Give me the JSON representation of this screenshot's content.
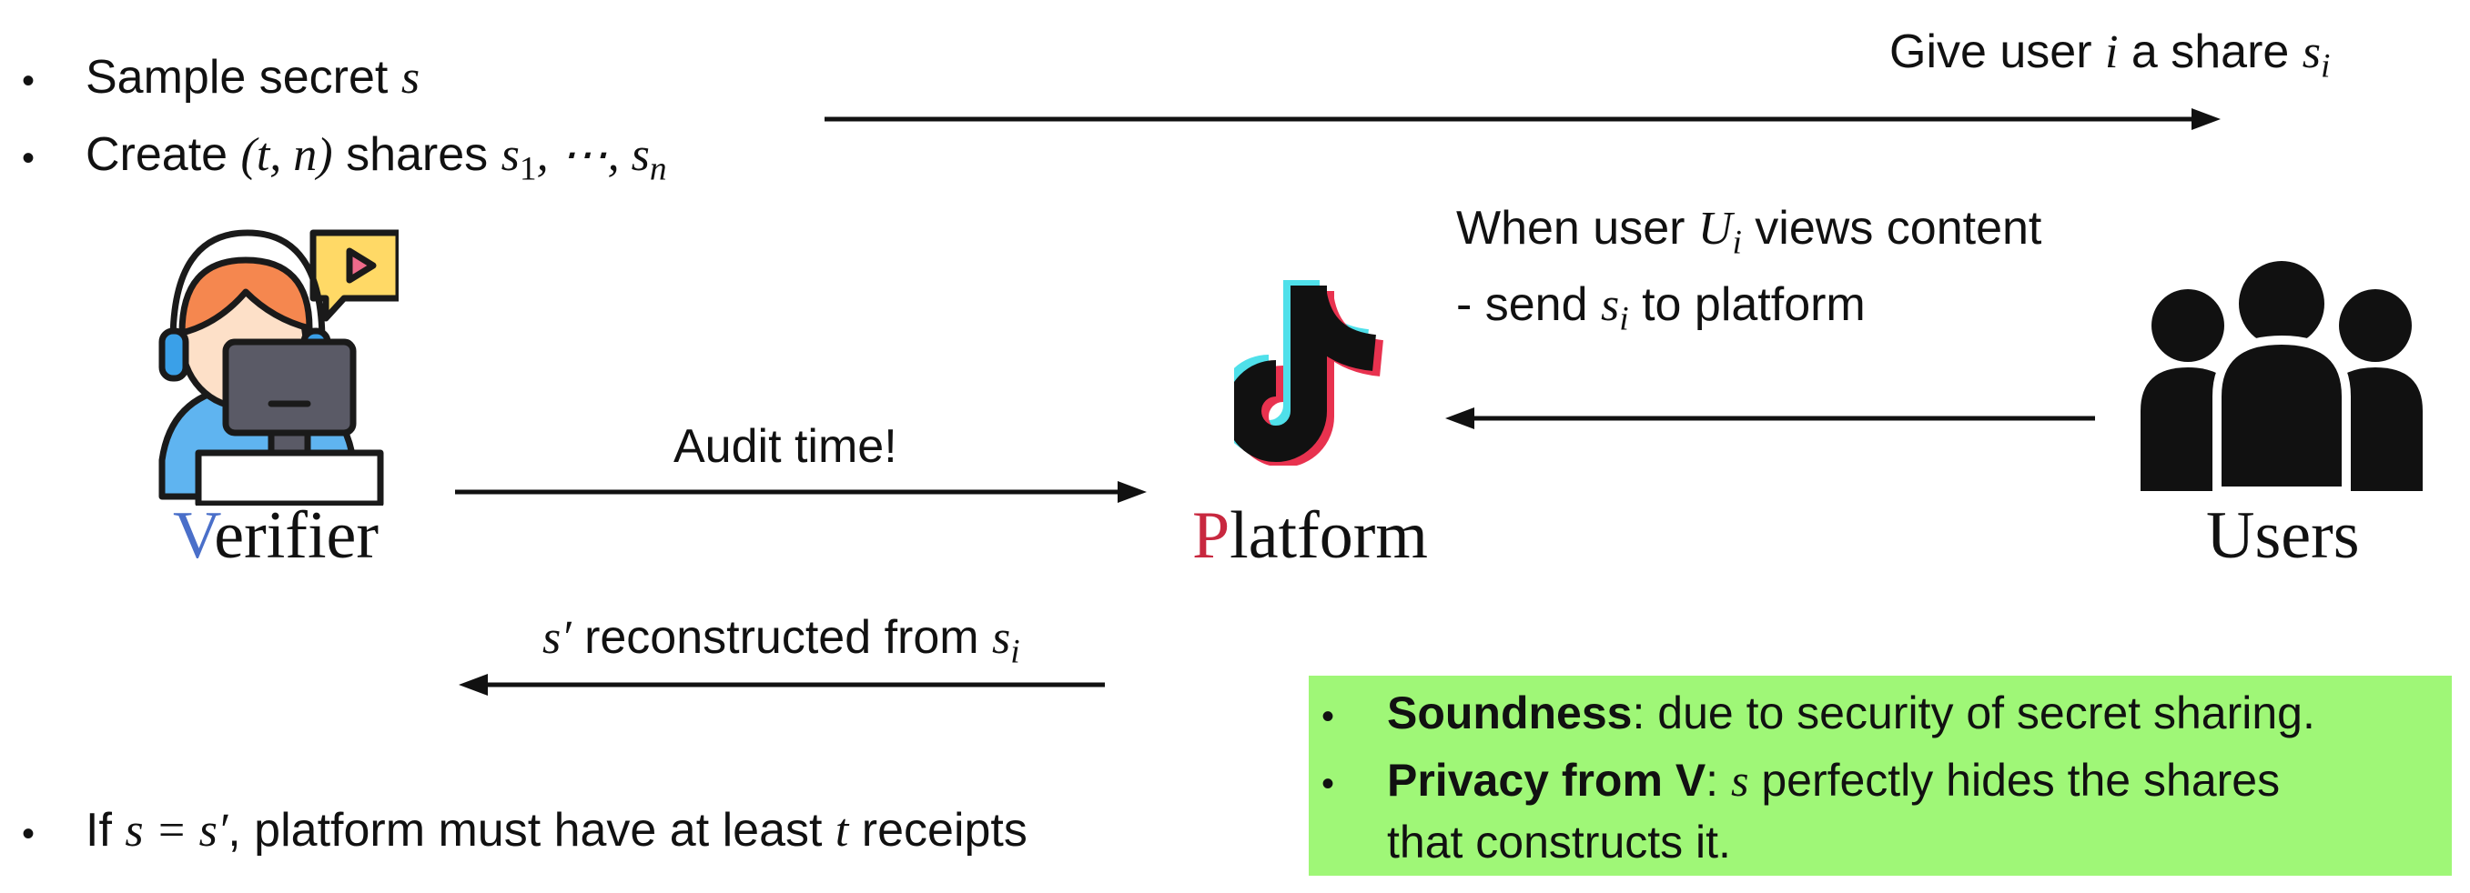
{
  "verifier_steps": [
    {
      "text": "Sample secret ",
      "math": "s"
    },
    {
      "text": "Create ",
      "math": "(t, n)",
      "text2": " shares ",
      "math2": "s",
      "sub2": "1",
      "math3": ", ⋯, s",
      "sub3": "n"
    }
  ],
  "top_arrow_label": {
    "pre": "Give user ",
    "var": "i",
    "mid": " a share ",
    "var2": "s",
    "sub": "i"
  },
  "user_view_label": {
    "line1_pre": "When user ",
    "line1_var": "U",
    "line1_sub": "i",
    "line1_post": " views content",
    "line2_pre": "- send ",
    "line2_var": "s",
    "line2_sub": "i",
    "line2_post": " to platform"
  },
  "audit_label": "Audit time!",
  "reconstruct_label": {
    "var": "s′",
    "mid": " reconstructed from ",
    "var2": "s",
    "sub": "i"
  },
  "entities": {
    "verifier": {
      "first": "V",
      "rest": "erifier",
      "accent": "#4a6fc9"
    },
    "platform": {
      "first": "P",
      "rest": "latform",
      "accent": "#c8283f"
    },
    "users": {
      "label": "Users"
    }
  },
  "final_check": {
    "pre": "If ",
    "math": "s = s′",
    "mid": ", platform must have at least ",
    "var": "t",
    "post": " receipts"
  },
  "properties": [
    {
      "bold": "Soundness",
      "text": ": due to security of secret sharing."
    },
    {
      "bold": "Privacy from V",
      "text": ": ",
      "var": "s",
      "text2": " perfectly hides the shares",
      "cont": "that constructs it."
    }
  ],
  "colors": {
    "box_bg": "#9ff777",
    "verifier_accent": "#4a6fc9",
    "platform_accent": "#c8283f"
  },
  "icons": [
    "verifier-gamer-icon",
    "tiktok-logo-icon",
    "users-group-icon"
  ]
}
